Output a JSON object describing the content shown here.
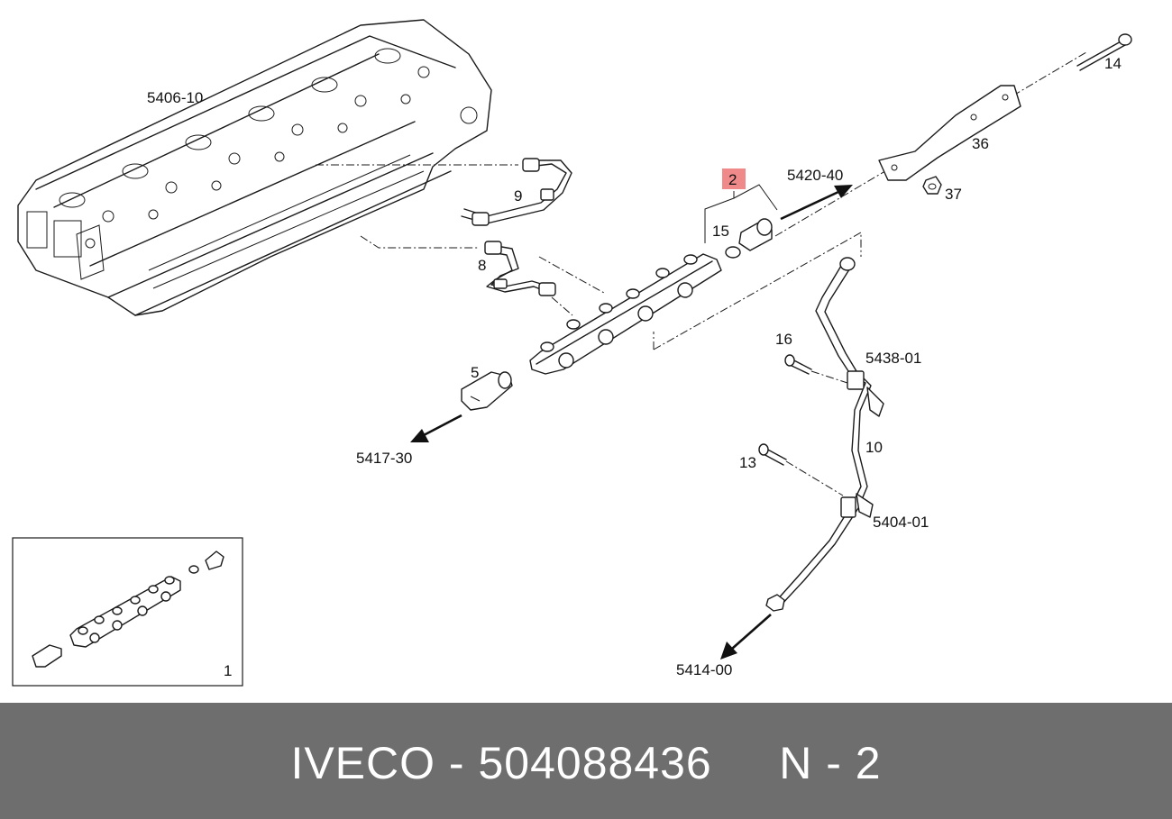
{
  "labels": {
    "cylinder_head": "5406-10",
    "pipe_9": "9",
    "pipe_8": "8",
    "sensor_5": "5",
    "ref_5417": "5417-30",
    "highlight_2": "2",
    "ref_5420": "5420-40",
    "seal_15": "15",
    "bolt_14": "14",
    "bracket_36": "36",
    "nut_37": "37",
    "bolt_16": "16",
    "ref_5438": "5438-01",
    "pipe_10": "10",
    "bolt_13": "13",
    "ref_5404": "5404-01",
    "ref_5414": "5414-00",
    "inset_1": "1"
  },
  "colors": {
    "highlight": "#f08a8a",
    "footer_bg": "#6e6e6e",
    "footer_text": "#ffffff"
  },
  "footer": {
    "text": "IVECO - 504088436     N - 2"
  }
}
